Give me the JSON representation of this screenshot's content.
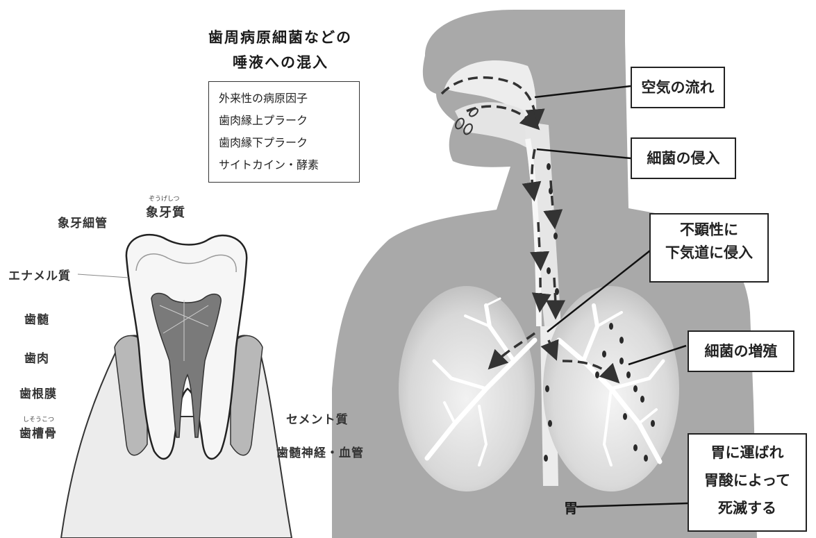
{
  "heading": {
    "line1": "歯周病原細菌などの",
    "line2": "唾液への混入"
  },
  "factors": [
    "外来性の病原因子",
    "歯肉縁上プラーク",
    "歯肉縁下プラーク",
    "サイトカイン・酵素"
  ],
  "tooth": {
    "ruby_zoge": "ぞうげしつ",
    "zoge_label": "象牙質",
    "labels": [
      "象牙細管",
      "エナメル質",
      "歯髄",
      "歯肉",
      "歯根膜",
      "歯槽骨"
    ],
    "ruby_shiso": "しそうこつ",
    "cement_label": "セメント質",
    "nerve_label": "歯髄神経・血管"
  },
  "callouts": {
    "air": "空気の流れ",
    "invade": "細菌の侵入",
    "aspiration": [
      "不顕性に",
      "下気道に侵入"
    ],
    "proliferate": "細菌の増殖",
    "stomach": [
      "胃に運ばれ",
      "胃酸によって",
      "死滅する"
    ]
  },
  "stomach_label": "胃"
}
